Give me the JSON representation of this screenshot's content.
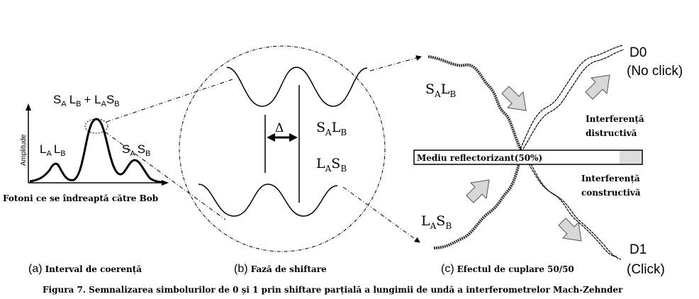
{
  "panel_a": {
    "top_label": {
      "s_a": "S",
      "sub_a": "A",
      "l_b": "L",
      "sub_b": "B",
      "plus": "+ L",
      "sub_a2": "A",
      "s_b": "S",
      "sub_b2": "B"
    },
    "left_peak": {
      "l": "L",
      "sub_a": "A",
      "l2": "L",
      "sub_b": "B"
    },
    "right_peak": {
      "s": "S",
      "sub_a": "A",
      "s2": "S",
      "sub_b": "B"
    },
    "ylabel": "Amplitude",
    "xlabel": "Fotoni ce se îndreaptă către Bob",
    "caption_letter": "(a)",
    "caption_text": "Interval de coerență"
  },
  "panel_b": {
    "delta": "Δ",
    "upper_wave": {
      "main": "S",
      "sub1": "A",
      "main2": "L",
      "sub2": "B"
    },
    "lower_wave": {
      "main": "L",
      "sub1": "A",
      "main2": "S",
      "sub2": "B"
    },
    "caption_letter": "(b)",
    "caption_text": "Fază de shiftare"
  },
  "panel_c": {
    "upper_input": {
      "main": "S",
      "sub1": "A",
      "main2": "L",
      "sub2": "B"
    },
    "lower_input": {
      "main": "L",
      "sub1": "A",
      "main2": "S",
      "sub2": "B"
    },
    "splitter_label": "Mediu reflectorizant(50%)",
    "d0": "D0",
    "d0_state": "(No click)",
    "d1": "D1",
    "d1_state": "(Click)",
    "interference_destructive_1": "Interferență",
    "interference_destructive_2": "distructivă",
    "interference_constructive_1": "Interferență",
    "interference_constructive_2": "constructivă",
    "caption_letter": "(c)",
    "caption_text": "Efectul de cuplare 50/50"
  },
  "figure_caption": "Figura 7. Semnalizarea simbolurilor de 0 și 1 prin shiftare parțială a lungimii de undă a interferometrelor Mach-Zehnder"
}
